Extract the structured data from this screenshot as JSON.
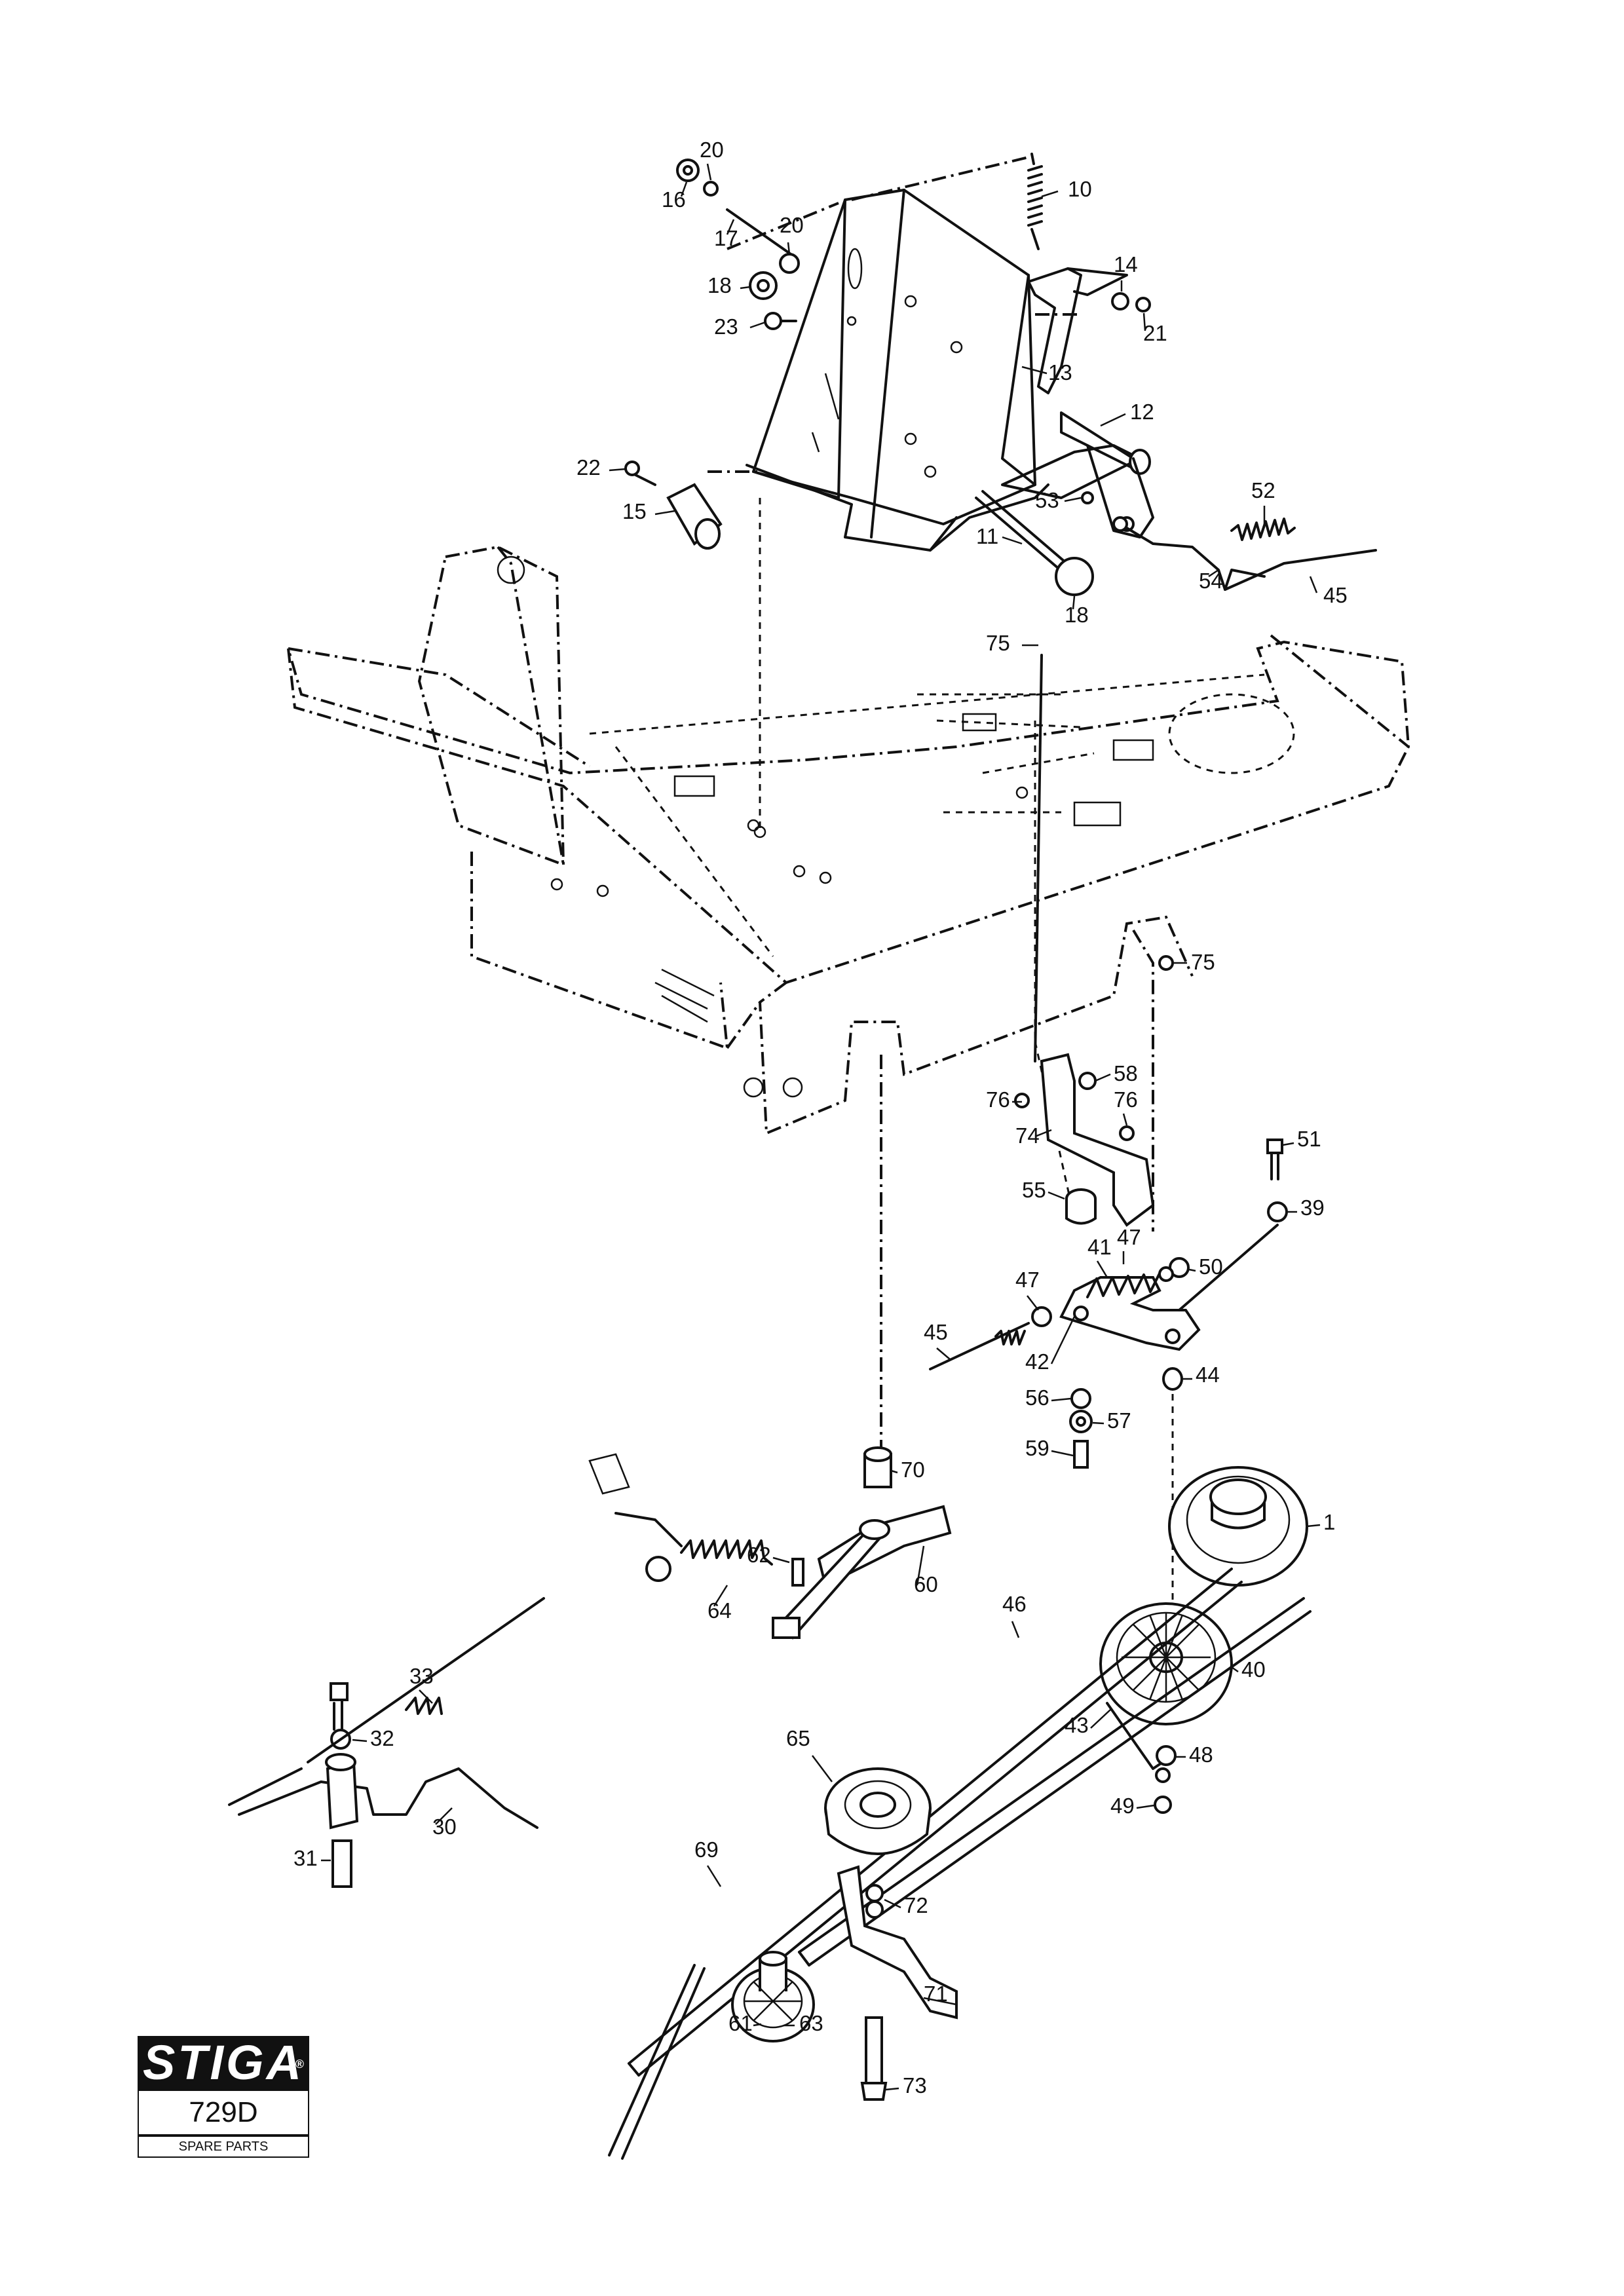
{
  "parts": [
    {
      "id": "p20a",
      "text": "20"
    },
    {
      "id": "p16",
      "text": "16"
    },
    {
      "id": "p17",
      "text": "17"
    },
    {
      "id": "p20b",
      "text": "20"
    },
    {
      "id": "p10",
      "text": "10"
    },
    {
      "id": "p14",
      "text": "14"
    },
    {
      "id": "p21",
      "text": "21"
    },
    {
      "id": "p18a",
      "text": "18"
    },
    {
      "id": "p23",
      "text": "23"
    },
    {
      "id": "p13",
      "text": "13"
    },
    {
      "id": "p12",
      "text": "12"
    },
    {
      "id": "p22",
      "text": "22"
    },
    {
      "id": "p15",
      "text": "15"
    },
    {
      "id": "p52",
      "text": "52"
    },
    {
      "id": "p53",
      "text": "53"
    },
    {
      "id": "p11",
      "text": "11"
    },
    {
      "id": "p54",
      "text": "54"
    },
    {
      "id": "p45a",
      "text": "45"
    },
    {
      "id": "p18b",
      "text": "18"
    },
    {
      "id": "p75a",
      "text": "75"
    },
    {
      "id": "p75b",
      "text": "75"
    },
    {
      "id": "p58",
      "text": "58"
    },
    {
      "id": "p76a",
      "text": "76"
    },
    {
      "id": "p76b",
      "text": "76"
    },
    {
      "id": "p74",
      "text": "74"
    },
    {
      "id": "p51",
      "text": "51"
    },
    {
      "id": "p55",
      "text": "55"
    },
    {
      "id": "p39",
      "text": "39"
    },
    {
      "id": "p47a",
      "text": "47"
    },
    {
      "id": "p41",
      "text": "41"
    },
    {
      "id": "p50",
      "text": "50"
    },
    {
      "id": "p47b",
      "text": "47"
    },
    {
      "id": "p45b",
      "text": "45"
    },
    {
      "id": "p42",
      "text": "42"
    },
    {
      "id": "p44",
      "text": "44"
    },
    {
      "id": "p56",
      "text": "56"
    },
    {
      "id": "p57",
      "text": "57"
    },
    {
      "id": "p59",
      "text": "59"
    },
    {
      "id": "p70",
      "text": "70"
    },
    {
      "id": "p1",
      "text": "1"
    },
    {
      "id": "p62",
      "text": "62"
    },
    {
      "id": "p60",
      "text": "60"
    },
    {
      "id": "p64",
      "text": "64"
    },
    {
      "id": "p46",
      "text": "46"
    },
    {
      "id": "p40",
      "text": "40"
    },
    {
      "id": "p33",
      "text": "33"
    },
    {
      "id": "p43",
      "text": "43"
    },
    {
      "id": "p48",
      "text": "48"
    },
    {
      "id": "p65",
      "text": "65"
    },
    {
      "id": "p32",
      "text": "32"
    },
    {
      "id": "p30",
      "text": "30"
    },
    {
      "id": "p49",
      "text": "49"
    },
    {
      "id": "p69",
      "text": "69"
    },
    {
      "id": "p31",
      "text": "31"
    },
    {
      "id": "p72",
      "text": "72"
    },
    {
      "id": "p71",
      "text": "71"
    },
    {
      "id": "p61",
      "text": "61"
    },
    {
      "id": "p63",
      "text": "63"
    },
    {
      "id": "p73",
      "text": "73"
    }
  ],
  "logo": {
    "brand": "STIGA",
    "registered_mark": "®",
    "model": "729D",
    "subtitle": "SPARE PARTS"
  }
}
